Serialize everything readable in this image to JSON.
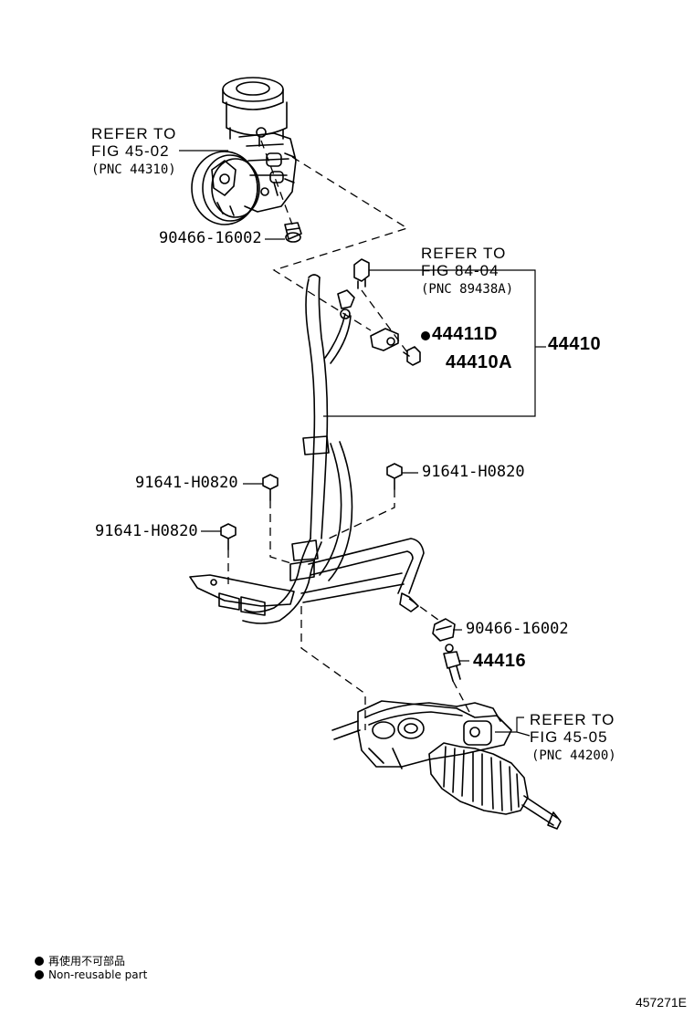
{
  "labels": {
    "pump_refer_line1": "REFER TO",
    "pump_refer_line2": "FIG 45-02",
    "pump_refer_pnc": "(PNC 44310)",
    "clip_top": "90466-16002",
    "sensor_refer_line1": "REFER TO",
    "sensor_refer_line2": "FIG 84-04",
    "sensor_refer_pnc": "(PNC 89438A)",
    "part_44411d": "44411D",
    "part_44410a": "44410A",
    "part_44410": "44410",
    "bolt_left_upper": "91641-H0820",
    "bolt_right": "91641-H0820",
    "bolt_left_lower": "91641-H0820",
    "clip_lower": "90466-16002",
    "part_44416": "44416",
    "gear_refer_line1": "REFER TO",
    "gear_refer_line2": "FIG 45-05",
    "gear_refer_pnc": "(PNC 44200)"
  },
  "legend": {
    "line_jp": "再使用不可部品",
    "line_en": "Non-reusable part"
  },
  "figure_id": "457271E",
  "colors": {
    "ink": "#000000",
    "paper": "#ffffff"
  }
}
